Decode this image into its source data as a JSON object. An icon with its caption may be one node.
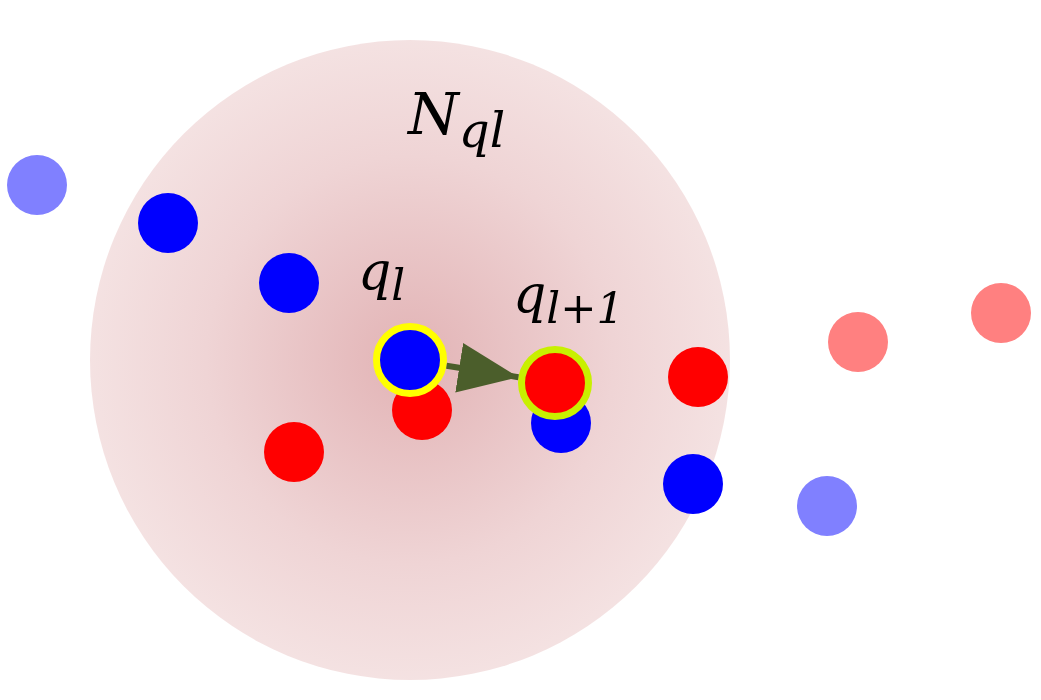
{
  "diagram": {
    "nodes": [
      {
        "text": [
          "N$_{ql}$"
        ]
      },
      {
        "text": [],
        "shape": "circle",
        "beside": [
          "q$_{l}$"
        ],
        "in": 0
      },
      {
        "text": [],
        "shape": "circle",
        "beside": [
          "q$_{l+1}$"
        ],
        "in": 0
      }
    ],
    "edges": [
      {
        "from": 1,
        "to": 2,
        "arrow": "to"
      }
    ]
  }
}
